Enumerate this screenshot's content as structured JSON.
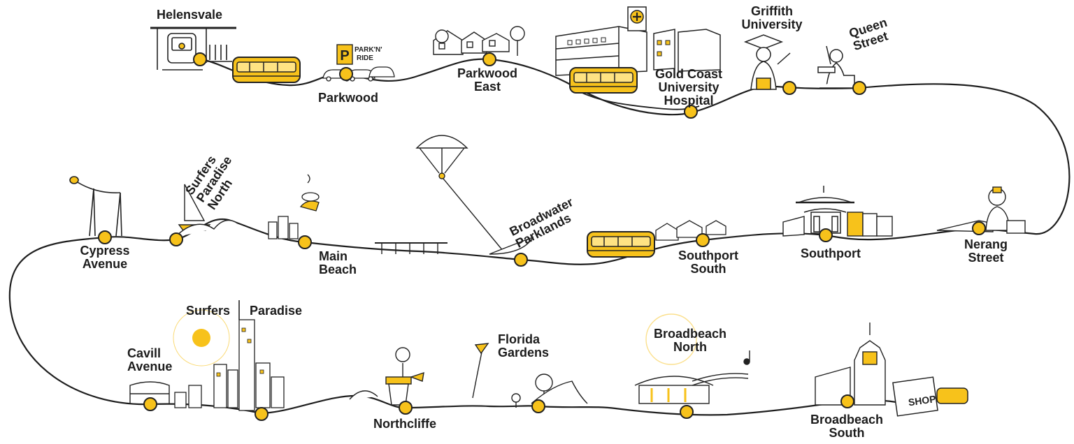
{
  "colors": {
    "accent": "#f7c21b",
    "line": "#1e1e1e",
    "ink": "#1c1c1c"
  },
  "stations": {
    "helensvale": [
      "Helensvale"
    ],
    "parkwood": [
      "Parkwood"
    ],
    "parkwood_east": [
      "Parkwood",
      "East"
    ],
    "gold_coast_university_hospital": [
      "Gold Coast",
      "University",
      "Hospital"
    ],
    "griffith_university": [
      "Griffith",
      "University"
    ],
    "queen_street": [
      "Queen",
      "Street"
    ],
    "nerang_street": [
      "Nerang",
      "Street"
    ],
    "southport": [
      "Southport"
    ],
    "southport_south": [
      "Southport",
      "South"
    ],
    "broadwater_parklands": [
      "Broadwater",
      "Parklands"
    ],
    "main_beach": [
      "Main",
      "Beach"
    ],
    "surfers_paradise_north": [
      "Surfers",
      "Paradise",
      "North"
    ],
    "cypress_avenue": [
      "Cypress",
      "Avenue"
    ],
    "cavill_avenue": [
      "Cavill",
      "Avenue"
    ],
    "surfers_paradise": [
      "Surfers",
      "Paradise"
    ],
    "northcliffe": [
      "Northcliffe"
    ],
    "florida_gardens": [
      "Florida",
      "Gardens"
    ],
    "broadbeach_north": [
      "Broadbeach",
      "North"
    ],
    "broadbeach_south": [
      "Broadbeach",
      "South"
    ]
  },
  "signs": {
    "park_n_ride": [
      "PARK'N'",
      "RIDE"
    ],
    "park_letter": "P",
    "shop": "SHOP"
  },
  "icons": {
    "tram": "tram-icon",
    "parkride": "park-and-ride-icon",
    "houses": "houses-icon",
    "hospital": "hospital-icon",
    "graduate": "graduate-icon",
    "statue": "queen-street-statue-icon",
    "pagoda": "pagoda-icon",
    "parasail": "parasail-icon",
    "sun": "sun-icon",
    "skyline": "skyline-icon",
    "lighthouse": "lighthouse-icon",
    "shop_bag": "shopping-bag-icon"
  }
}
